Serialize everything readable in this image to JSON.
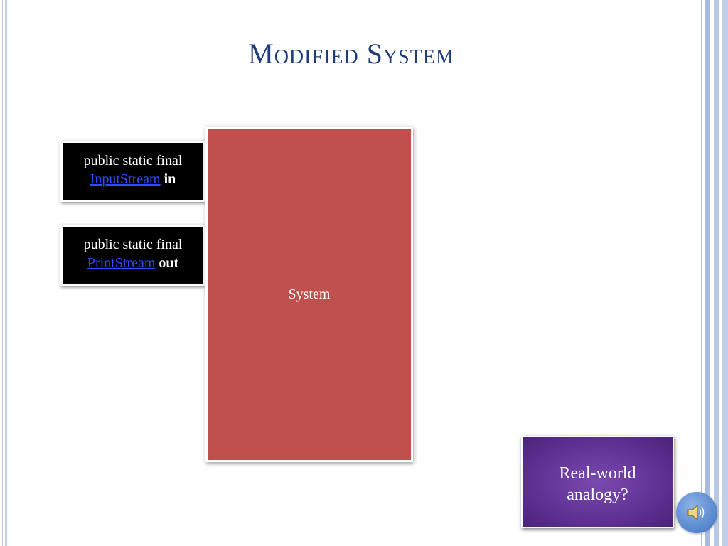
{
  "slide": {
    "title": "Modified System"
  },
  "fields": [
    {
      "prefix": "public static final",
      "type_link": "InputStream",
      "name": "in"
    },
    {
      "prefix": "public static final",
      "type_link": "PrintStream",
      "name": "out"
    }
  ],
  "system_box": {
    "label": "System",
    "color": "#c0504d"
  },
  "analogy": {
    "line1": "Real-world",
    "line2": "analogy?",
    "color": "#5a2d8e"
  },
  "audio": {
    "icon": "speaker-icon"
  },
  "colors": {
    "title": "#1f3d7a",
    "link": "#2f4bff"
  }
}
